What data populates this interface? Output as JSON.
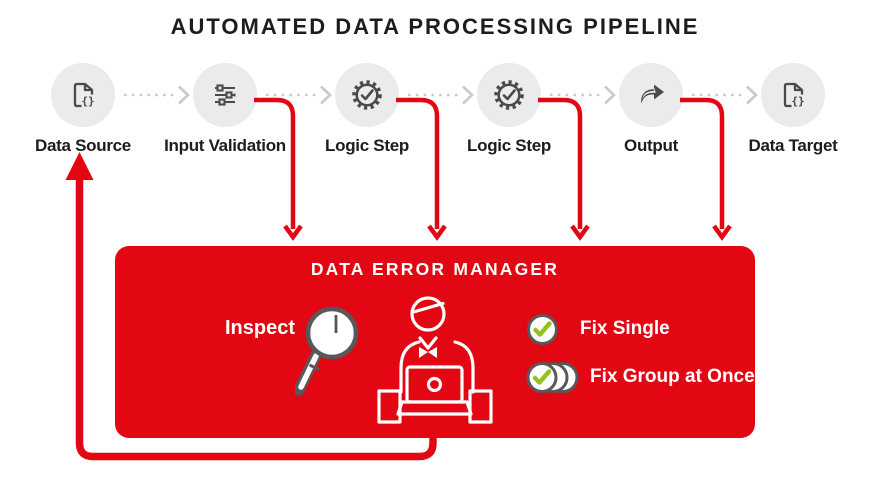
{
  "title": "AUTOMATED DATA PROCESSING PIPELINE",
  "pipeline": {
    "steps": [
      {
        "label": "Data Source",
        "icon": "json-document-icon"
      },
      {
        "label": "Input Validation",
        "icon": "sliders-icon"
      },
      {
        "label": "Logic Step",
        "icon": "gear-check-icon"
      },
      {
        "label": "Logic Step",
        "icon": "gear-check-icon"
      },
      {
        "label": "Output",
        "icon": "share-arrow-icon"
      },
      {
        "label": "Data Target",
        "icon": "json-document-icon"
      }
    ],
    "flow": "left-to-right with dotted arrows; error branches drop from Input Validation, both Logic Steps and Output into the Data Error Manager; feedback loop returns from the manager to Data Source"
  },
  "error_manager": {
    "title": "DATA ERROR MANAGER",
    "inspect_label": "Inspect",
    "fix_single_label": "Fix Single",
    "fix_group_label": "Fix Group at Once"
  },
  "colors": {
    "accent_red": "#e30613",
    "circle_gray": "#ebebeb",
    "icon_gray": "#4a4a4c",
    "connector_gray": "#c9c9c9",
    "check_green": "#95c11f",
    "lens_gray": "#58585a",
    "text_black": "#1d1d1b",
    "white": "#ffffff"
  }
}
